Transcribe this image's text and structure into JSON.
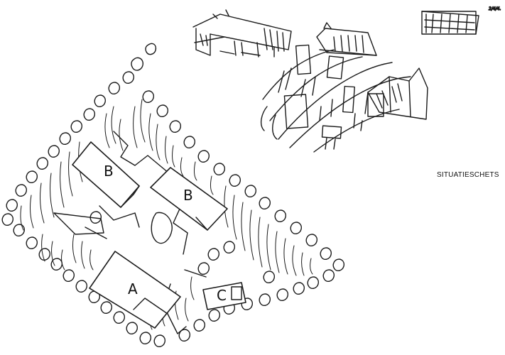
{
  "caption": "SITUATIESCHETS",
  "date_note": "2/4/4.",
  "labels": {
    "b1": "B",
    "b2": "B",
    "a": "A",
    "c": "C"
  }
}
